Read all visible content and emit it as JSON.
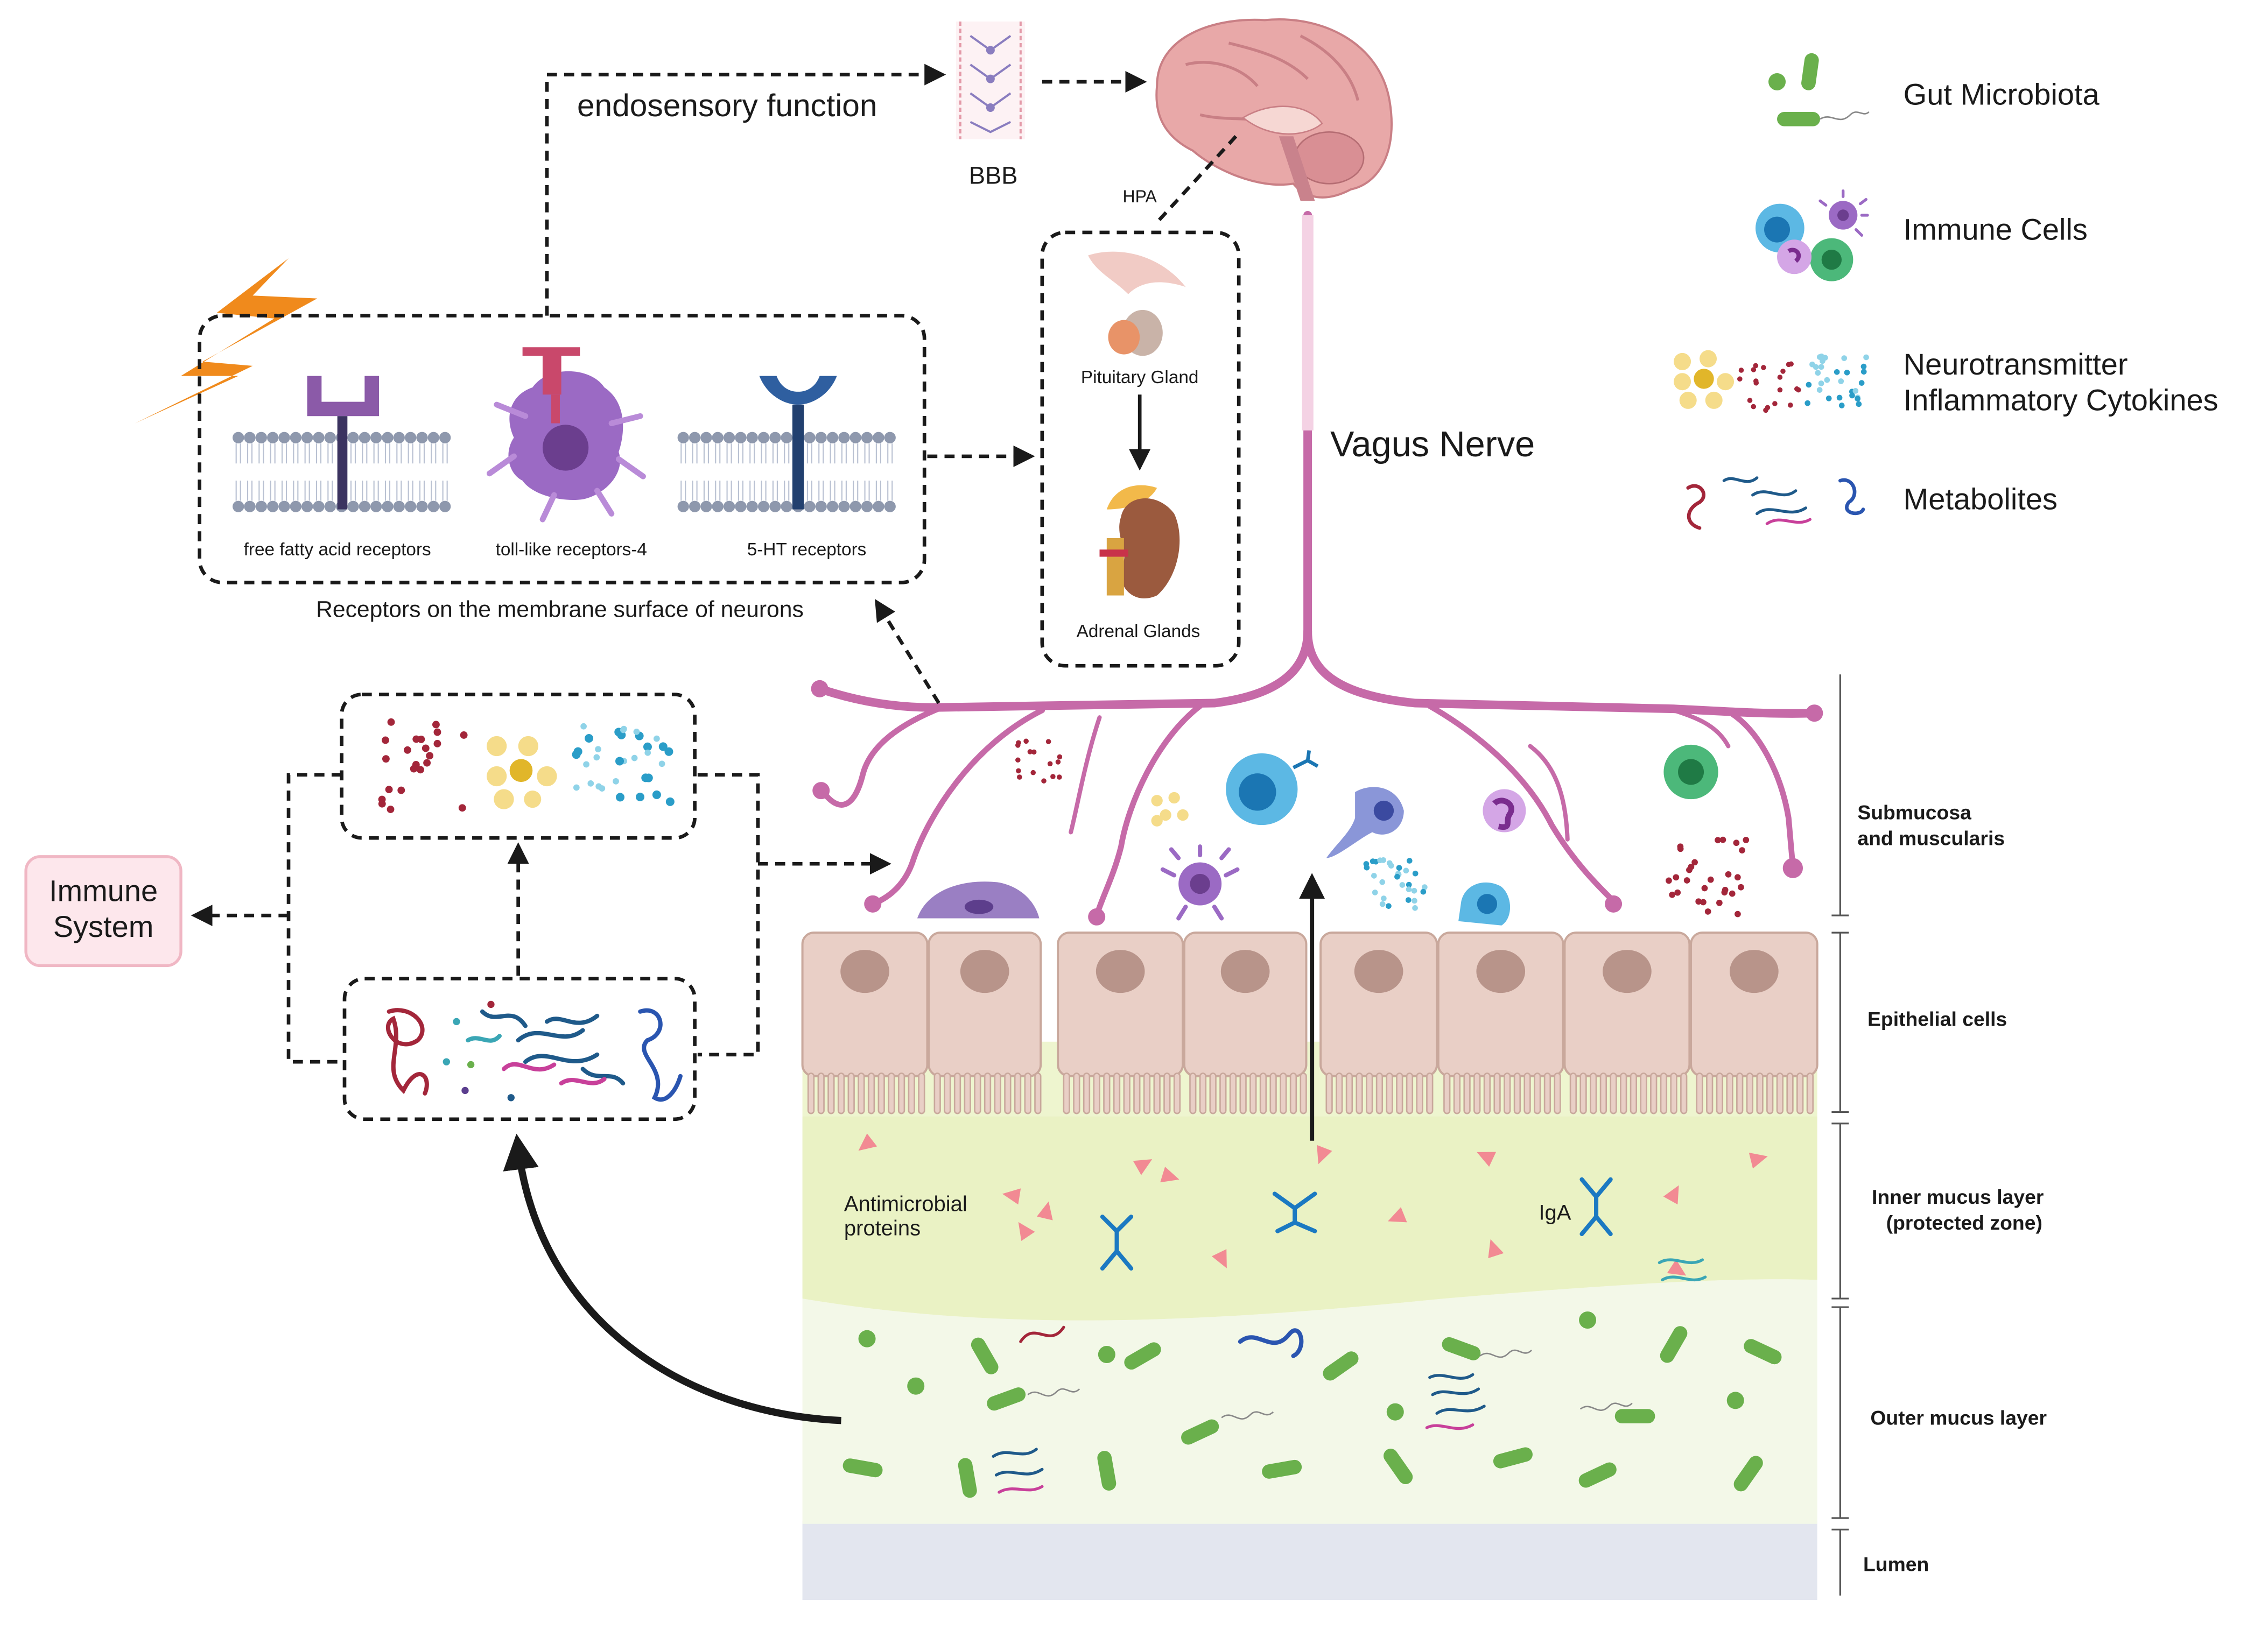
{
  "top": {
    "endosensory": "endosensory function",
    "bbb": "BBB",
    "hpa": "HPA",
    "vagus": "Vagus Nerve"
  },
  "receptors": {
    "ffa": "free fatty acid receptors",
    "tlr4": "toll-like receptors-4",
    "ht5": "5-HT receptors",
    "caption": "Receptors on the membrane surface of neurons"
  },
  "glands": {
    "pituitary": "Pituitary Gland",
    "adrenal": "Adrenal Glands"
  },
  "immune_system": {
    "line1": "Immune",
    "line2": "System"
  },
  "legend": {
    "microbiota": "Gut Microbiota",
    "immune_cells": "Immune Cells",
    "neurotransmitter": "Neurotransmitter",
    "cytokines": "Inflammatory Cytokines",
    "metabolites": "Metabolites"
  },
  "gut": {
    "antimicrobial_1": "Antimicrobial",
    "antimicrobial_2": "proteins",
    "iga": "IgA"
  },
  "layers": {
    "submucosa_1": "Submucosa",
    "submucosa_2": "and muscularis",
    "epithelial": "Epithelial cells",
    "inner_1": "Inner mucus layer",
    "inner_2": "(protected zone)",
    "outer": "Outer mucus layer",
    "lumen": "Lumen"
  },
  "colors": {
    "nerve": "#c66aa8",
    "bacteria": "#6ab04c",
    "mucus_inner": "#eaf2c4",
    "mucus_outer": "#f3f8e8",
    "lumen": "#e3e6ef",
    "epithelium": "#e9cfc6",
    "lightning": "#f08a1c",
    "immune_box_fill": "#fde7ec",
    "immune_box_stroke": "#f0b7c4"
  }
}
